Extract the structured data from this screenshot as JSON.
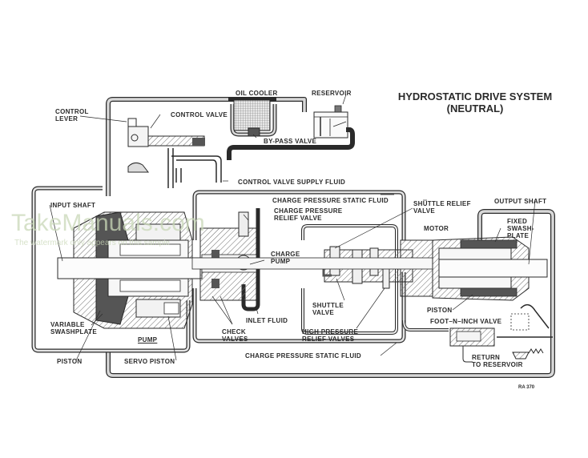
{
  "title": {
    "line1": "HYDROSTATIC DRIVE SYSTEM",
    "line2": "(NEUTRAL)"
  },
  "watermark": {
    "brand": "TakeManuals.com",
    "notice": "The watermark only appears on this sample"
  },
  "reference_code": "RA 370",
  "labels": {
    "control_lever": "CONTROL\nLEVER",
    "control_valve": "CONTROL VALVE",
    "oil_cooler": "OIL COOLER",
    "reservoir": "RESERVOIR",
    "by_pass_valve": "BY-PASS VALVE",
    "control_valve_supply_fluid": "CONTROL VALVE SUPPLY FLUID",
    "charge_pressure_static_fluid_top": "CHARGE PRESSURE STATIC FLUID",
    "charge_pressure_relief_valve": "CHARGE PRESSURE\nRELIEF VALVE",
    "charge_pump": "CHARGE\nPUMP",
    "inlet_fluid": "INLET FLUID",
    "check_valves": "CHECK\nVALVES",
    "input_shaft": "INPUT SHAFT",
    "variable_swashplate": "VARIABLE\nSWASHPLATE",
    "pump": "PUMP",
    "piston_left": "PISTON",
    "servo_piston": "SERVO PISTON",
    "shuttle_relief_valve": "SHUTTLE RELIEF\nVALVE",
    "motor": "MOTOR",
    "shuttle_valve": "SHUTTLE\nVALVE",
    "high_pressure_relief_valves": "HIGH PRESSURE\nRELIEF VALVES",
    "output_shaft": "OUTPUT SHAFT",
    "fixed_swashplate": "FIXED\nSWASH-\nPLATE",
    "piston_right": "PISTON",
    "foot_n_inch_valve": "FOOT–N–INCH VALVE",
    "return_to_reservoir": "RETURN\nTO RESERVOIR",
    "charge_pressure_static_fluid_bottom": "CHARGE PRESSURE STATIC FLUID"
  },
  "colors": {
    "line": "#2a2a2a",
    "fluid_static": "#d8d8d8",
    "fluid_inlet": "#333333",
    "hatch": "#6a6a6a",
    "watermark": "#c9d8b8"
  }
}
